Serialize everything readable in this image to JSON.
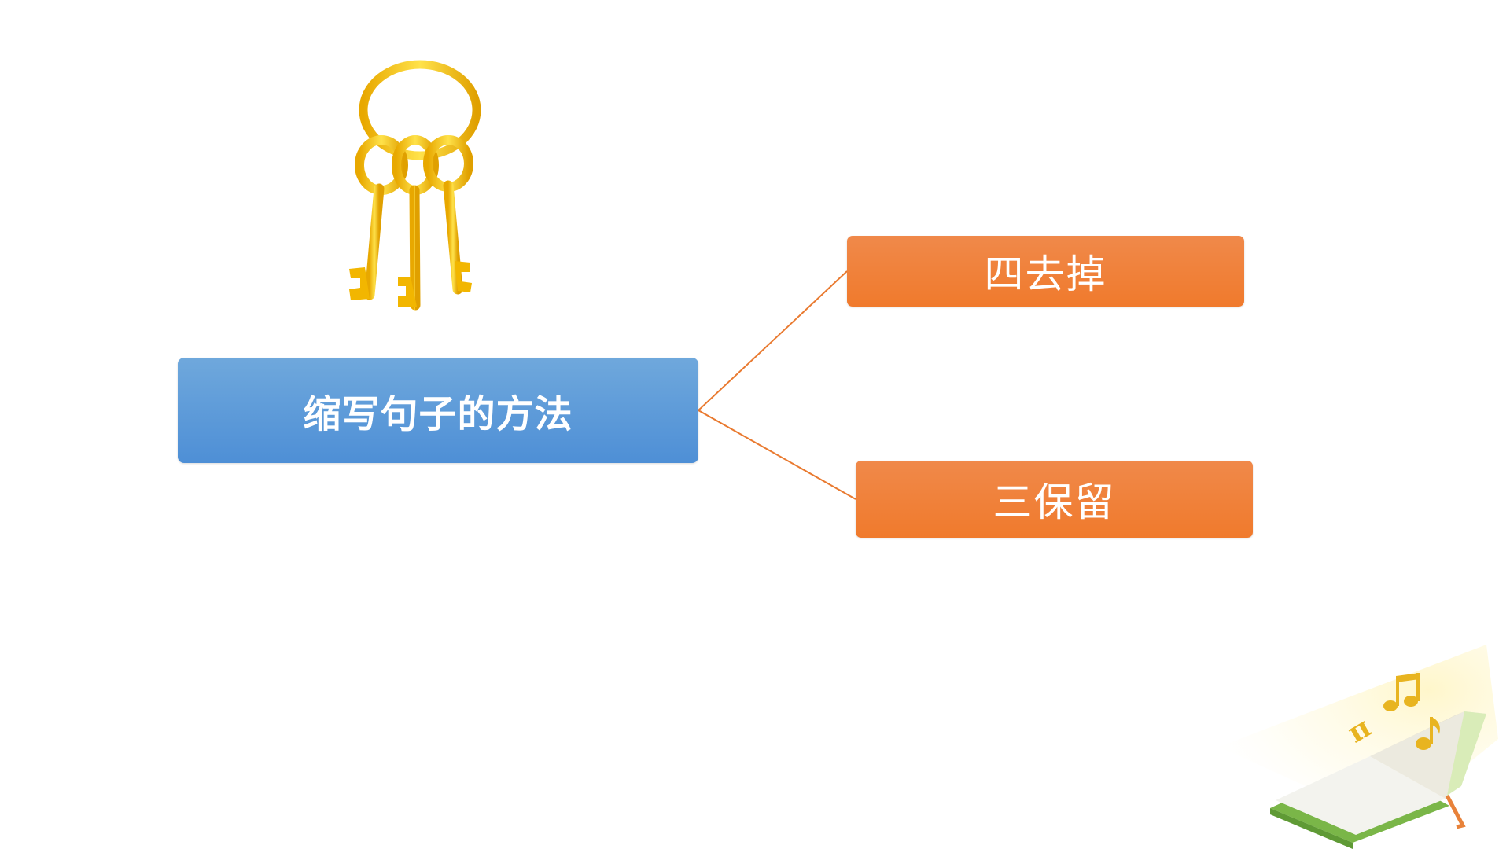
{
  "diagram": {
    "main_topic": "缩写句子的方法",
    "branches": [
      {
        "label": "四去掉"
      },
      {
        "label": "三保留"
      }
    ]
  },
  "colors": {
    "main_box": "#5b9bd5",
    "branch_box": "#f07b2e",
    "connector": "#e97a30",
    "key_gold": "#f5c518"
  },
  "icons": {
    "illustration": "keys-icon",
    "decoration": "book-music-icon"
  }
}
